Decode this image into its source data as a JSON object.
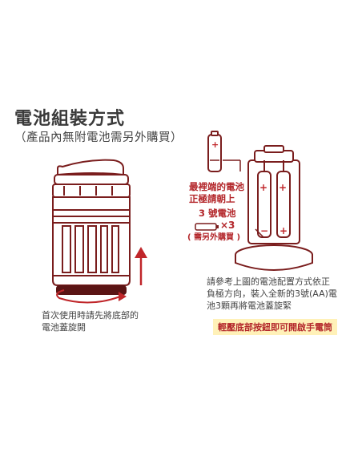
{
  "heading": {
    "title": "電池組裝方式",
    "subtitle": "（產品內無附電池需另外購買）"
  },
  "lantern_note": {
    "line1": "首次使用時請先將底部的",
    "line2": "電池蓋旋開"
  },
  "battery_labels": {
    "orientation_line1": "最裡端的電池",
    "orientation_line2": "正極請朝上",
    "battery_type": "3 號電池",
    "quantity": "×3",
    "purchase_note": "( 需另外購買 )"
  },
  "install_note": {
    "line1": "請參考上圖的電池配置方式依正",
    "line2": "負極方向，裝入全新的3號(AA)電",
    "line3": "池3顆再將電池蓋旋緊"
  },
  "tip": "輕壓底部按鈕即可開啟手電筒",
  "colors": {
    "outline": "#7a1d1d",
    "accent_red": "#b3262a",
    "tip_bg": "#fff1b8"
  }
}
